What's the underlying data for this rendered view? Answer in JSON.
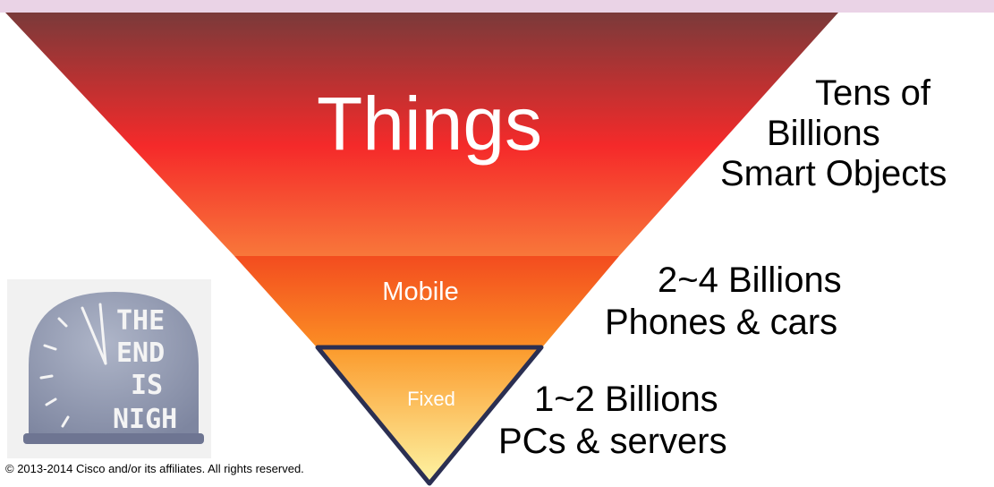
{
  "funnel": {
    "things": {
      "label": "Things",
      "line1": "Tens of",
      "line2": "Billions",
      "line3": "Smart Objects"
    },
    "mobile": {
      "label": "Mobile",
      "line1": "2~4 Billions",
      "line2": "Phones & cars"
    },
    "fixed": {
      "label": "Fixed",
      "line1": "1~2 Billions",
      "line2": "PCs & servers"
    }
  },
  "clock_image": {
    "sign_text": "THE END IS NIGH"
  },
  "footer": {
    "copyright": "© 2013-2014  Cisco and/or its affiliates. All rights reserved."
  },
  "colors": {
    "top_band": "#ead3e6",
    "things_top": "#7a3a3a",
    "things_mid": "#f52a2a",
    "things_bottom": "#f8773a",
    "mobile_top": "#f34c1f",
    "mobile_bottom": "#fb8e24",
    "fixed_top": "#fb9a2c",
    "fixed_bottom": "#fdf4a4",
    "fixed_border": "#2b2f52"
  }
}
